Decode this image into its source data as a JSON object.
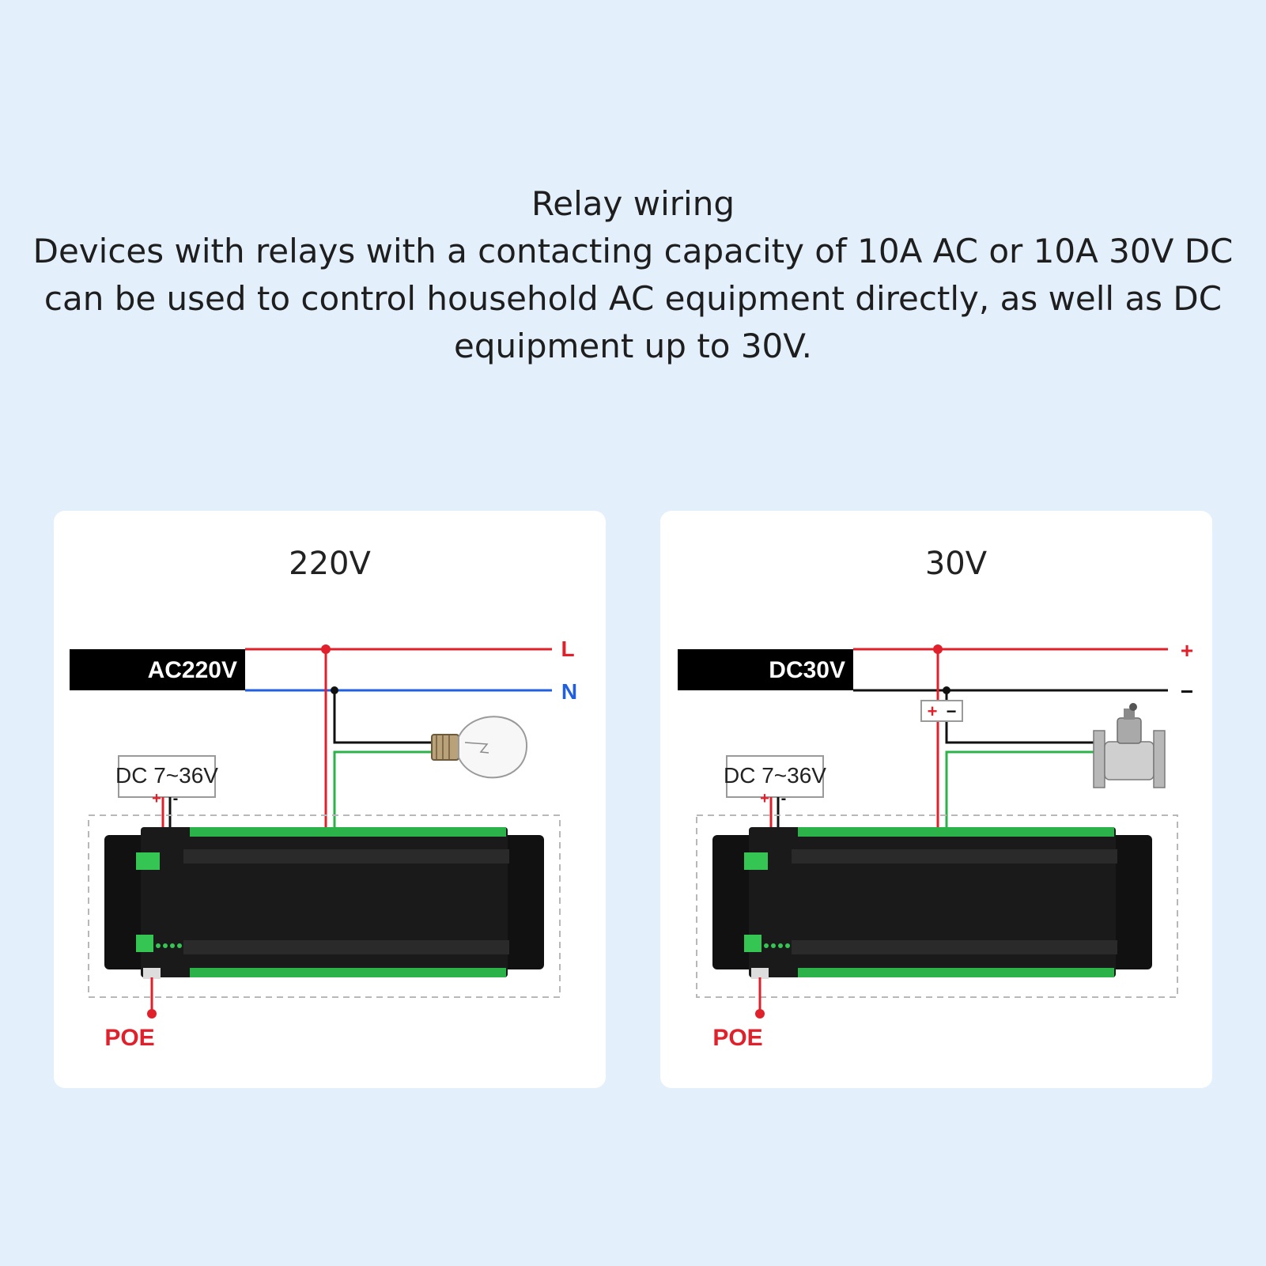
{
  "header": {
    "title": "Relay wiring",
    "description": "Devices with relays with a contacting capacity of 10A  AC or 10A 30V DC can be used to control household AC equipment directly, as well as DC equipment up to 30V."
  },
  "panels": [
    {
      "title": "220V",
      "source_label": "AC220V",
      "line_labels": [
        "L",
        "N"
      ],
      "module_power_label": "DC 7~36V",
      "module_power_polarity": [
        "+",
        "-"
      ],
      "poe_label": "POE",
      "load": "light-bulb-icon"
    },
    {
      "title": "30V",
      "source_label": "DC30V",
      "line_labels": [
        "+",
        "−"
      ],
      "load_polarity": [
        "+",
        "−"
      ],
      "module_power_label": "DC 7~36V",
      "module_power_polarity": [
        "+",
        "-"
      ],
      "poe_label": "POE",
      "load": "solenoid-valve-icon"
    }
  ],
  "colors": {
    "background": "#e3f0fb",
    "live_wire": "#e0202a",
    "neutral_wire_ac": "#1f5fe0",
    "neutral_wire_dc": "#111111",
    "switched_wire": "#2bb34a",
    "source_block": "#000000"
  }
}
